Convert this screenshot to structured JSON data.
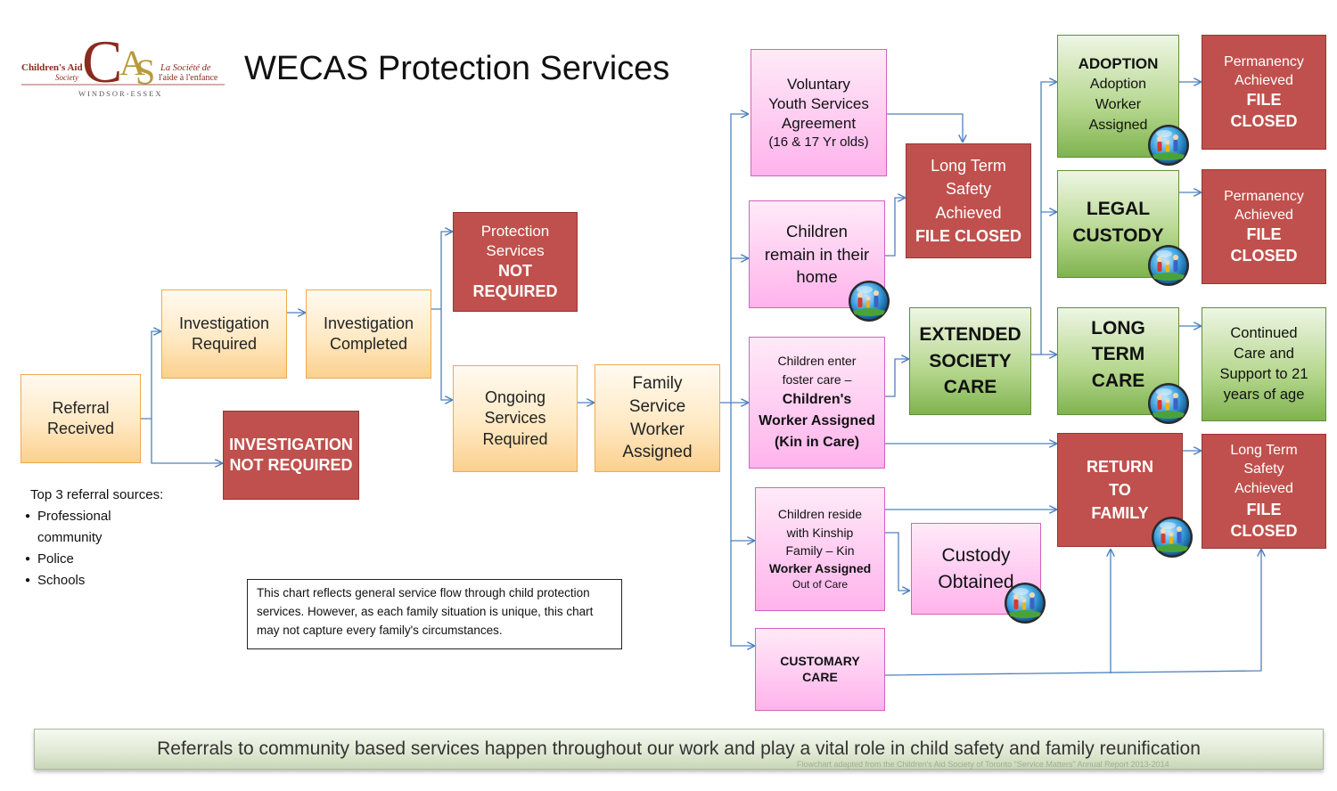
{
  "logo": {
    "left_text_1": "Children's Aid",
    "left_text_2": "Society",
    "right_text_1": "La Société de",
    "right_text_2": "l'aide à l'enfance",
    "bottom_text": "WINDSOR-ESSEX",
    "mark_c": "C",
    "mark_a": "A",
    "mark_s": "S"
  },
  "title": "WECAS Protection Services",
  "boxes": {
    "referral": [
      "Referral",
      "Received"
    ],
    "invest_required": [
      "Investigation",
      "Required"
    ],
    "invest_completed": [
      "Investigation",
      "Completed"
    ],
    "invest_not_required": [
      "INVESTIGATION",
      "NOT REQUIRED"
    ],
    "protection_not_required": [
      "Protection",
      "Services",
      "NOT",
      "REQUIRED"
    ],
    "ongoing": [
      "Ongoing",
      "Services",
      "Required"
    ],
    "family_worker": [
      "Family",
      "Service",
      "Worker",
      "Assigned"
    ],
    "voluntary": [
      "Voluntary",
      "Youth Services",
      "Agreement",
      "(16 & 17 Yr olds)"
    ],
    "remain_home": [
      "Children",
      "remain in their",
      "home"
    ],
    "foster": [
      "Children enter",
      "foster care –",
      "Children's",
      "Worker Assigned",
      "(Kin in Care)"
    ],
    "kinship": [
      "Children reside",
      "with Kinship",
      "Family – Kin",
      "Worker Assigned",
      "Out of Care"
    ],
    "customary": [
      "CUSTOMARY",
      "CARE"
    ],
    "long_term_safety": [
      "Long Term",
      "Safety",
      "Achieved",
      "FILE CLOSED"
    ],
    "extended": [
      "EXTENDED",
      "SOCIETY",
      "CARE"
    ],
    "custody_obtained": [
      "Custody",
      "Obtained"
    ],
    "adoption": [
      "ADOPTION",
      "Adoption",
      "Worker",
      "Assigned"
    ],
    "legal_custody": [
      "LEGAL",
      "CUSTODY"
    ],
    "long_term_care": [
      "LONG",
      "TERM",
      "CARE"
    ],
    "return_family": [
      "RETURN",
      "TO",
      "FAMILY"
    ],
    "perm1": [
      "Permanency",
      "Achieved",
      "FILE",
      "CLOSED"
    ],
    "perm2": [
      "Permanency",
      "Achieved",
      "FILE",
      "CLOSED"
    ],
    "continued": [
      "Continued",
      "Care and",
      "Support to 21",
      "years of age"
    ],
    "lts_closed": [
      "Long Term",
      "Safety",
      "Achieved",
      "FILE",
      "CLOSED"
    ]
  },
  "sources": {
    "heading": "Top 3 referral sources:",
    "items": [
      "Professional community",
      "Police",
      "Schools"
    ]
  },
  "note": "This chart reflects general service flow through child protection services.  However, as each family situation is unique, this chart may not capture every family's circumstances.",
  "banner": "Referrals to community based services happen throughout our work and play a vital role in child safety and family reunification",
  "credit": "Flowchart adapted from the Children's Aid Society of Toronto \"Service Matters\" Annual Report 2013-2014",
  "colors": {
    "arrow": "#4f81bd",
    "orange_border": "#f0a94c",
    "red": "#c0504d",
    "pink_border": "#d562bd",
    "green_border": "#5f8f38"
  }
}
